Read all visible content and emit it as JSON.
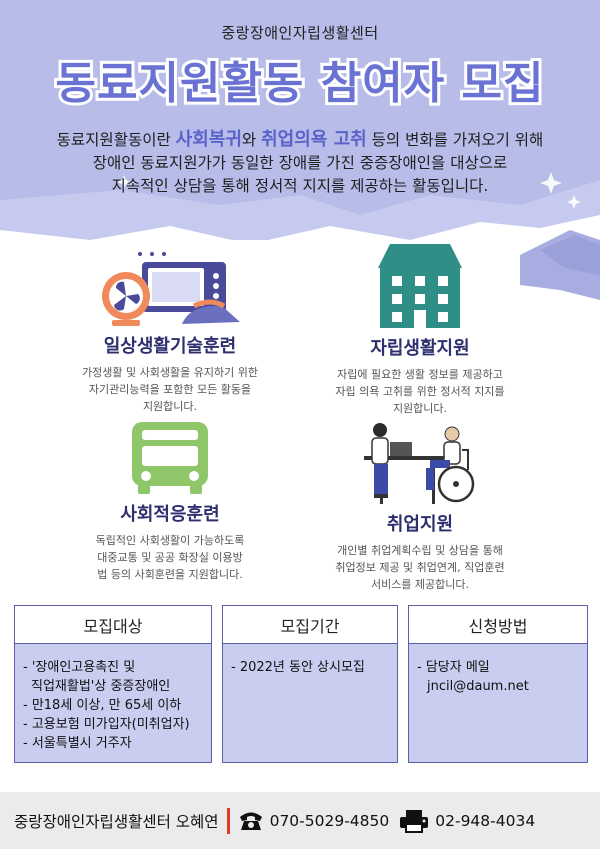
{
  "header": {
    "org_name": "중랑장애인자립생활센터",
    "title": "동료지원활동 참여자 모집"
  },
  "intro": {
    "line1_pre": "동료지원활동이란 ",
    "highlight1": "사회복귀",
    "line1_mid": "와 ",
    "highlight2": "취업의욕 고취",
    "line1_post": " 등의 변화를 가져오기 위해",
    "line2": "장애인 동료지원가가 동일한 장애를 가진 중증장애인을 대상으로",
    "line3": "지속적인 상담을 통해 정서적 지지를 제공하는 활동입니다."
  },
  "activities": [
    {
      "title": "일상생활기술훈련",
      "desc": [
        "가정생활 및 사회생활을 유지하기 위한",
        "자기관리능력을 포함한 모든 활동을",
        "지원합니다."
      ]
    },
    {
      "title": "자립생활지원",
      "desc": [
        "자립에 필요한 생활 정보를 제공하고",
        "자립 의욕 고취를 위한 정서적 지지를",
        "지원합니다."
      ]
    },
    {
      "title": "사회적응훈련",
      "desc": [
        "독립적인 사회생활이 가능하도록",
        "대중교통 및 공공 화장실 이용방",
        "법 등의 사회훈련을 지원합니다."
      ]
    },
    {
      "title": "취업지원",
      "desc": [
        "개인별 취업계획수립 및 상담을 통해",
        "취업정보 제공 및 취업연계, 직업훈련",
        "서비스를 제공합니다."
      ]
    }
  ],
  "boxes": [
    {
      "heading": "모집대상",
      "items": [
        "- '장애인고용촉진 및",
        "  직업재활법'상 중증장애인",
        "- 만18세 이상, 만 65세 이하",
        "- 고용보험 미가입자(미취업자)",
        "- 서울특별시 거주자"
      ]
    },
    {
      "heading": "모집기간",
      "items": [
        "- 2022년 동안 상시모집"
      ]
    },
    {
      "heading": "신청방법",
      "items": [
        "- 담당자 메일",
        "  jncil@daum.net"
      ]
    }
  ],
  "footer": {
    "contact": "중랑장애인자립생활센터 오혜연",
    "phone": "070-5029-4850",
    "fax": "02-948-4034"
  },
  "colors": {
    "hero_bg": "#b7bce8",
    "title_fill": "#6a72d4",
    "accent": "#5a63c9",
    "box_bg": "#c9cdf0",
    "footer_sep": "#e03a2a"
  },
  "icons": [
    "fan-microwave-iron-illustration",
    "house-icon",
    "bus-icon",
    "wheelchair-desk-illustration",
    "phone-icon",
    "fax-icon"
  ]
}
